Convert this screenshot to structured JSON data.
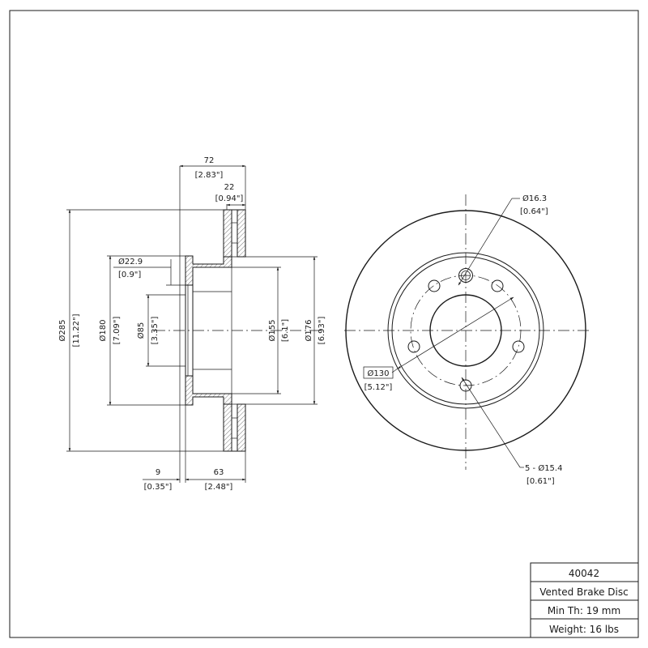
{
  "dimensions": {
    "overall_width": {
      "mm": "72",
      "in": "[2.83\"]"
    },
    "hat_thickness": {
      "mm": "22",
      "in": "[0.94\"]"
    },
    "pilot_diameter": {
      "mm": "Ø22.9",
      "in": "[0.9\"]"
    },
    "outer_diameter": {
      "mm": "Ø285",
      "in": "[11.22\"]"
    },
    "hat_outer_diameter": {
      "mm": "Ø180",
      "in": "[7.09\"]"
    },
    "center_bore": {
      "mm": "Ø85",
      "in": "[3.35\"]"
    },
    "inner_diameter": {
      "mm": "Ø155",
      "in": "[6.1\"]"
    },
    "hub_diameter": {
      "mm": "Ø176",
      "in": "[6.93\"]"
    },
    "offset_small": {
      "mm": "9",
      "in": "[0.35\"]"
    },
    "offset_height": {
      "mm": "63",
      "in": "[2.48\"]"
    },
    "stud_hole": {
      "mm": "Ø16.3",
      "in": "[0.64\"]"
    },
    "bolt_circle": {
      "mm": "Ø130",
      "in": "[5.12\"]"
    },
    "bolt_holes": {
      "mm": "5 - Ø15.4",
      "in": "[0.61\"]"
    }
  },
  "title_block": {
    "part_number": "40042",
    "description": "Vented Brake Disc",
    "min_thickness": "Min Th: 19 mm",
    "weight": "Weight: 16 lbs"
  }
}
